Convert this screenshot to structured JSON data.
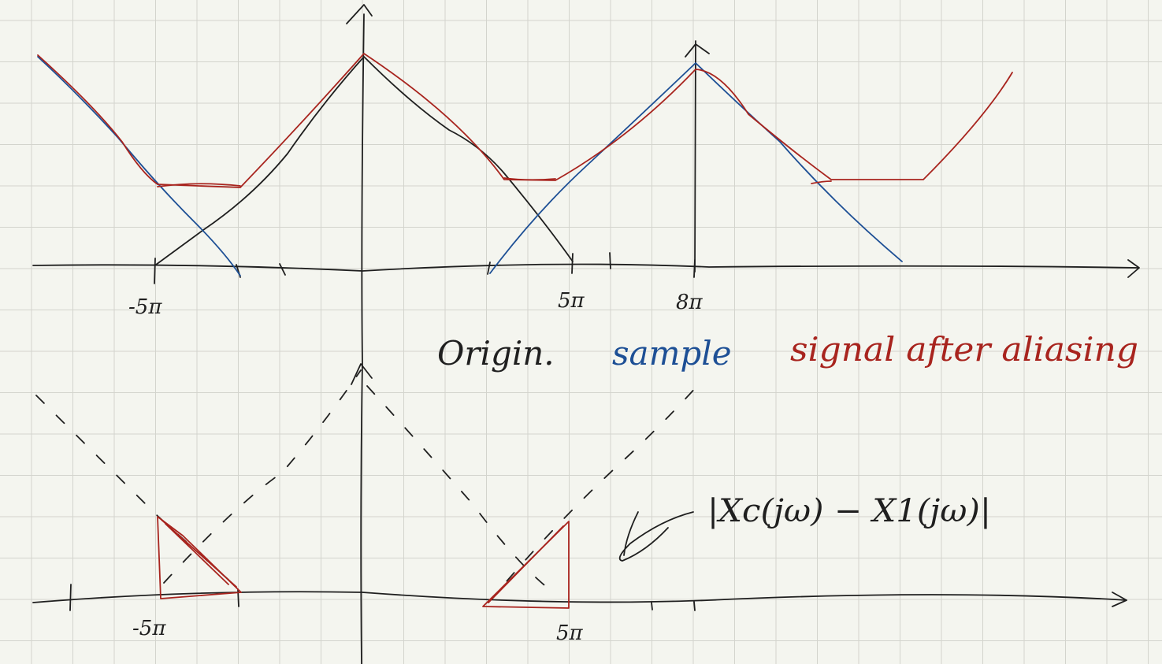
{
  "top_plot": {
    "ticks": {
      "neg_5pi": "-5π",
      "pos_5pi": "5π",
      "pos_8pi": "8π"
    },
    "legend": {
      "origin": "Origin.",
      "sample": "sample",
      "aliased": "signal after aliasing"
    }
  },
  "bottom_plot": {
    "ticks": {
      "neg_5pi": "-5π",
      "pos_5pi": "5π"
    },
    "annotation": "|Xc(jω) − X1(jω)|"
  },
  "colors": {
    "paper": "#f4f5ef",
    "grid": "#d3d4cd",
    "ink": "#1f1f1f",
    "sample": "#1d4f95",
    "aliased": "#a8241e"
  }
}
